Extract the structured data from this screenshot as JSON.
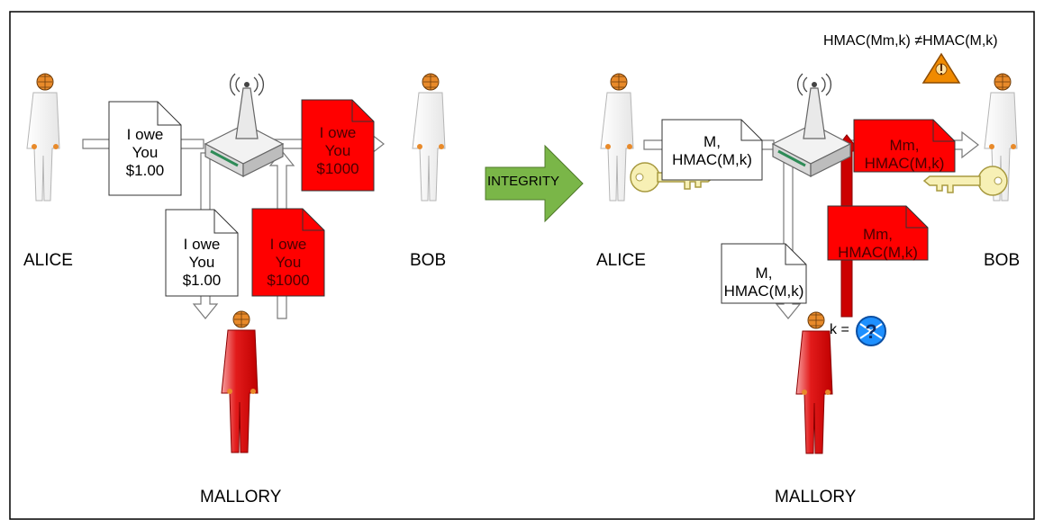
{
  "left_scene": {
    "alice_label": "ALICE",
    "bob_label": "BOB",
    "mallory_label": "MALLORY",
    "sent_doc": "I owe\nYou\n$1.00",
    "intercepted_doc": "I owe\nYou\n$1.00",
    "forged_doc": "I owe\nYou\n$1000",
    "delivered_doc": "I owe\nYou\n$1000"
  },
  "transition_arrow": {
    "label": "INTEGRITY",
    "color": "#7ab648"
  },
  "right_scene": {
    "alice_label": "ALICE",
    "bob_label": "BOB",
    "mallory_label": "MALLORY",
    "sent_doc": "M,\nHMAC(M,k)",
    "intercepted_doc": "M,\nHMAC(M,k)",
    "forged_doc": "Mm,\nHMAC(M,k)",
    "delivered_doc": "Mm,\nHMAC(M,k)",
    "key_question": "k =",
    "verification": "HMAC(Mm,k) ≠HMAC(M,k)"
  },
  "colors": {
    "forged": "#ff0000",
    "arrow_red": "#cc0000",
    "key": "#f7f0b5",
    "warning": "#f08a00",
    "question": "#1e90ff"
  }
}
